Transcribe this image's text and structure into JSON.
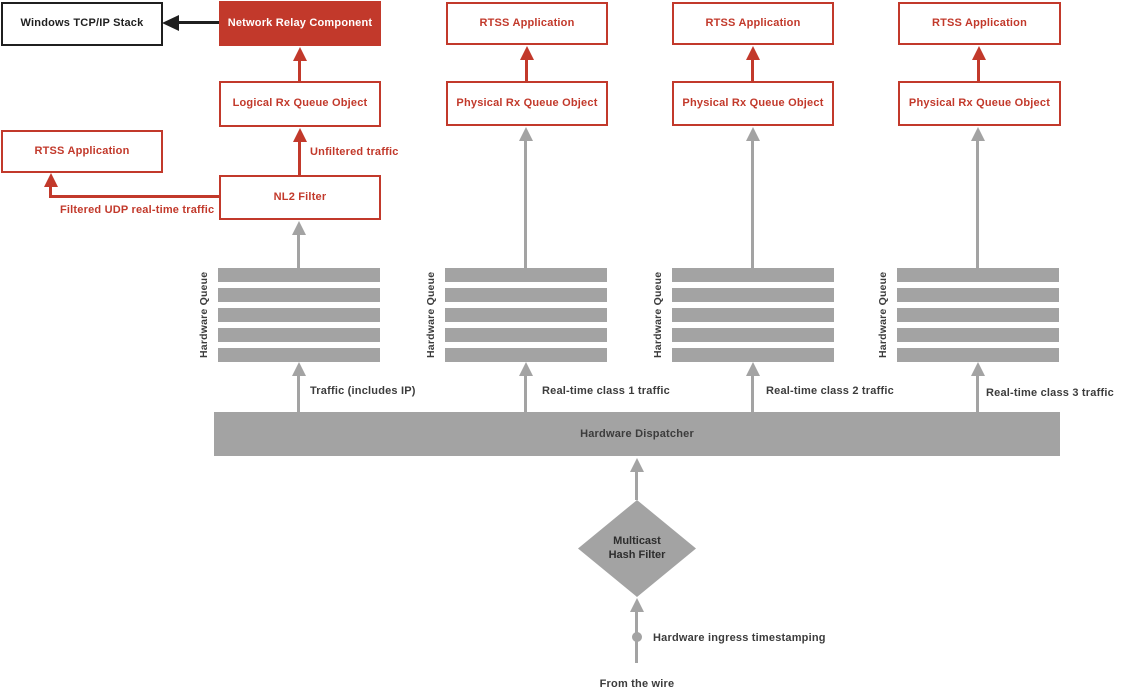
{
  "colors": {
    "red": "#c2392b",
    "gray": "#a3a3a3",
    "text_dark": "#3c3c3c",
    "black": "#1f1f1f"
  },
  "nodes": {
    "windows_stack": "Windows TCP/IP Stack",
    "network_relay": "Network Relay Component",
    "logical_rx_queue": "Logical Rx Queue Object",
    "rtss_application": "RTSS Application",
    "nl2_filter": "NL2 Filter",
    "hardware_queue": "Hardware Queue",
    "hardware_dispatcher": "Hardware Dispatcher",
    "multicast_line1": "Multicast",
    "multicast_line2": "Hash Filter"
  },
  "columns": [
    {
      "app": "RTSS Application",
      "queue_object": "Physical Rx Queue Object",
      "traffic_label": "Real-time class 1 traffic"
    },
    {
      "app": "RTSS Application",
      "queue_object": "Physical Rx Queue Object",
      "traffic_label": "Real-time class 2 traffic"
    },
    {
      "app": "RTSS Application",
      "queue_object": "Physical Rx Queue Object",
      "traffic_label": "Real-time class 3 traffic"
    }
  ],
  "edge_labels": {
    "unfiltered": "Unfiltered traffic",
    "filtered_udp": "Filtered UDP real-time traffic",
    "traffic_ip": "Traffic (includes IP)",
    "ingress_timestamping": "Hardware ingress timestamping",
    "from_wire": "From the wire"
  }
}
